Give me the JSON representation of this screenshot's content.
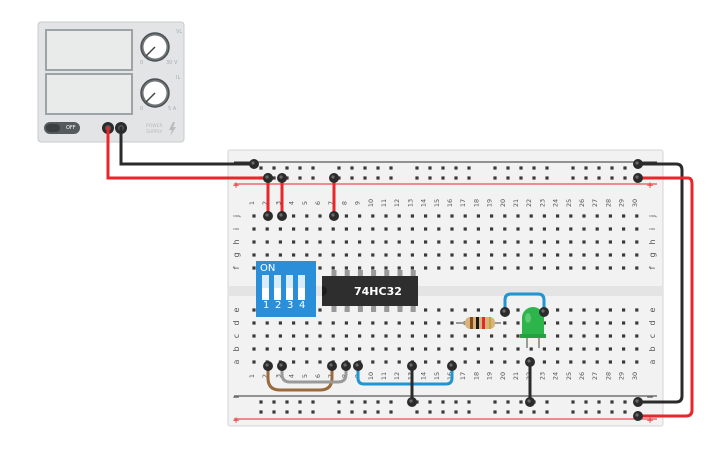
{
  "power_supply": {
    "voltage_label": "VL",
    "voltage_max": "30 V",
    "voltage_min": "0",
    "current_label": "IL",
    "current_max": "5 A",
    "current_min": "0",
    "off_label": "OFF",
    "brand_line1": "POWER",
    "brand_line2": "SUPPLY"
  },
  "breadboard": {
    "column_numbers": [
      "1",
      "2",
      "3",
      "4",
      "5",
      "6",
      "7",
      "8",
      "9",
      "10",
      "11",
      "12",
      "13",
      "14",
      "15",
      "16",
      "17",
      "18",
      "19",
      "20",
      "21",
      "22",
      "23",
      "24",
      "25",
      "26",
      "27",
      "28",
      "29",
      "30"
    ],
    "top_row_letters": [
      "j",
      "i",
      "h",
      "g",
      "f"
    ],
    "bottom_row_letters": [
      "e",
      "d",
      "c",
      "b",
      "a"
    ],
    "rail_minus": "−",
    "rail_plus": "+"
  },
  "dip_switch": {
    "on_label": "ON",
    "switch_numbers": [
      "1",
      "2",
      "3",
      "4"
    ]
  },
  "chip": {
    "label": "74HC32"
  },
  "colors": {
    "wire_red": "#e8262b",
    "wire_black": "#2b2b2b",
    "wire_blue": "#1f95d3",
    "wire_brown": "#9b6a3c",
    "wire_gray": "#9a9a9a",
    "dip_blue": "#2a8fd8",
    "chip_body": "#2e2e2e",
    "led_green": "#2db44a",
    "board_bg": "#f2f2f2"
  }
}
